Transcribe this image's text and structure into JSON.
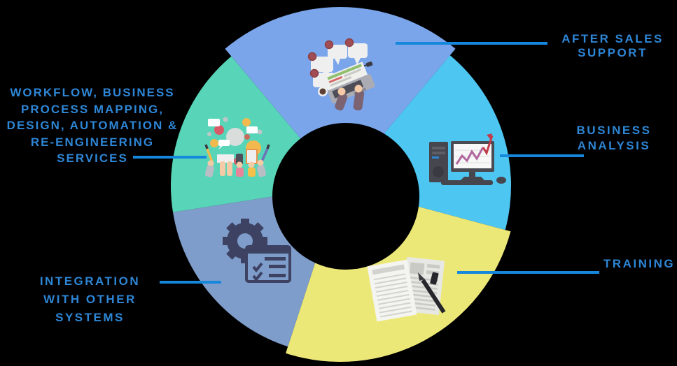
{
  "page": {
    "background_color": "#000000",
    "label_text_color": "#2E86D6",
    "connector_color": "#1587DC"
  },
  "diagram": {
    "type": "donut-infographic",
    "title": "Services donut infographic",
    "segments": [
      {
        "name": "after-sales-support",
        "color": "#7AA5EA",
        "icon": "support-laptop-chat-icon",
        "label_lines": [
          "AFTER SALES",
          "SUPPORT"
        ]
      },
      {
        "name": "business-analysis",
        "color": "#4EC6F2",
        "icon": "computer-growth-chart-icon",
        "label_lines": [
          "BUSINESS",
          "ANALYSIS"
        ]
      },
      {
        "name": "training",
        "color": "#ECE878",
        "icon": "documents-pen-icon",
        "label_lines": [
          "TRAINING"
        ]
      },
      {
        "name": "integration-with-other-systems",
        "color": "#7E9DCA",
        "icon": "gear-checklist-icon",
        "label_lines": [
          "INTEGRATION",
          "WITH OTHER",
          "SYSTEMS"
        ]
      },
      {
        "name": "workflow-services",
        "color": "#58D5B8",
        "icon": "collaboration-hands-icon",
        "label_lines": [
          "WORKFLOW, BUSINESS",
          "PROCESS MAPPING,",
          "DESIGN, AUTOMATION &",
          "RE-ENGINEERING",
          "SERVICES"
        ]
      }
    ]
  }
}
